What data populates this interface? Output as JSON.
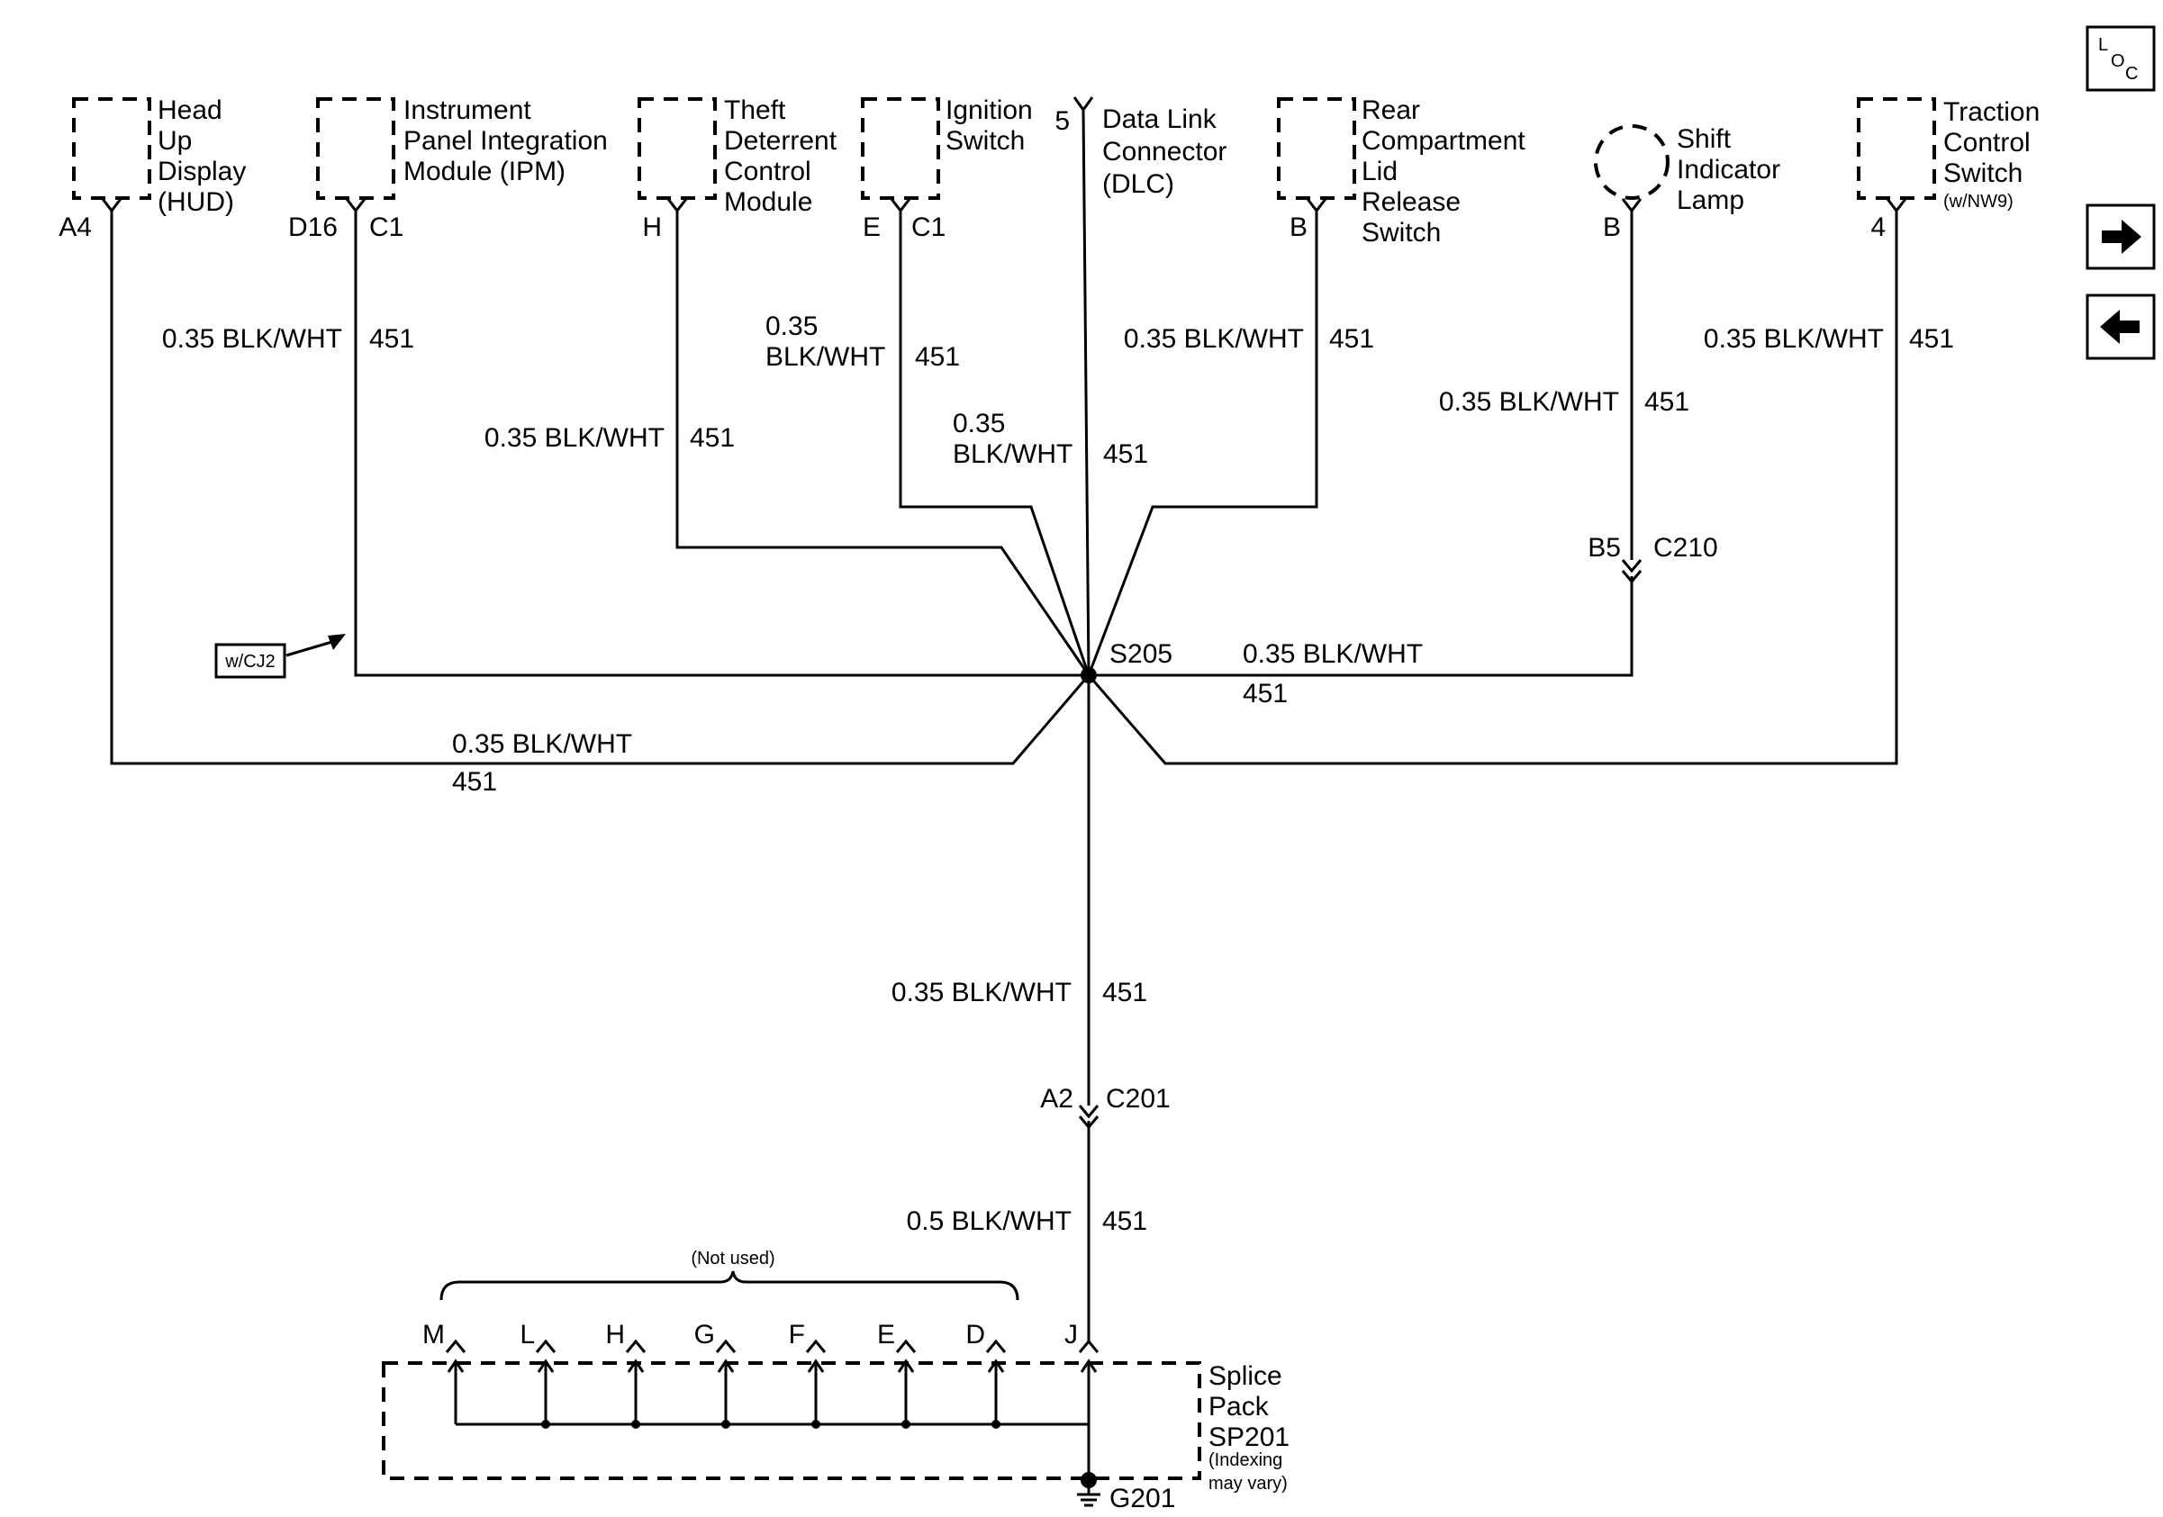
{
  "wire": {
    "size": "0.35",
    "color": "BLK/WHT",
    "circuit": "451",
    "size_b": "0.5"
  },
  "components": {
    "hud": [
      "Head",
      "Up",
      "Display",
      "(HUD)"
    ],
    "ipm": [
      "Instrument",
      "Panel Integration",
      "Module (IPM)"
    ],
    "theft": [
      "Theft",
      "Deterrent",
      "Control",
      "Module"
    ],
    "ign": [
      "Ignition",
      "Switch"
    ],
    "dlc": [
      "Data Link",
      "Connector",
      "(DLC)"
    ],
    "rear": [
      "Rear",
      "Compartment",
      "Lid",
      "Release",
      "Switch"
    ],
    "shift": [
      "Shift",
      "Indicator",
      "Lamp"
    ],
    "traction": [
      "Traction",
      "Control",
      "Switch"
    ],
    "traction_note": "(w/NW9)",
    "splice_pack": [
      "Splice",
      "Pack",
      "SP201"
    ],
    "splice_note": [
      "(Indexing",
      "may vary)"
    ]
  },
  "pins": {
    "hud": "A4",
    "ipm": "D16",
    "ipm_conn": "C1",
    "theft": "H",
    "ign": "E",
    "ign_conn": "C1",
    "dlc": "5",
    "rear": "B",
    "shift": "B",
    "traction": "4",
    "c210_pin": "B5",
    "c210": "C210",
    "c201_pin": "A2",
    "c201": "C201"
  },
  "splice": {
    "id": "S205",
    "ground": "G201",
    "not_used": "(Not used)",
    "pack_pins": [
      "M",
      "L",
      "H",
      "G",
      "F",
      "E",
      "D",
      "J"
    ]
  },
  "option_tag": "w/CJ2",
  "loc_icon": {
    "l": "L",
    "o": "O",
    "c": "C"
  }
}
